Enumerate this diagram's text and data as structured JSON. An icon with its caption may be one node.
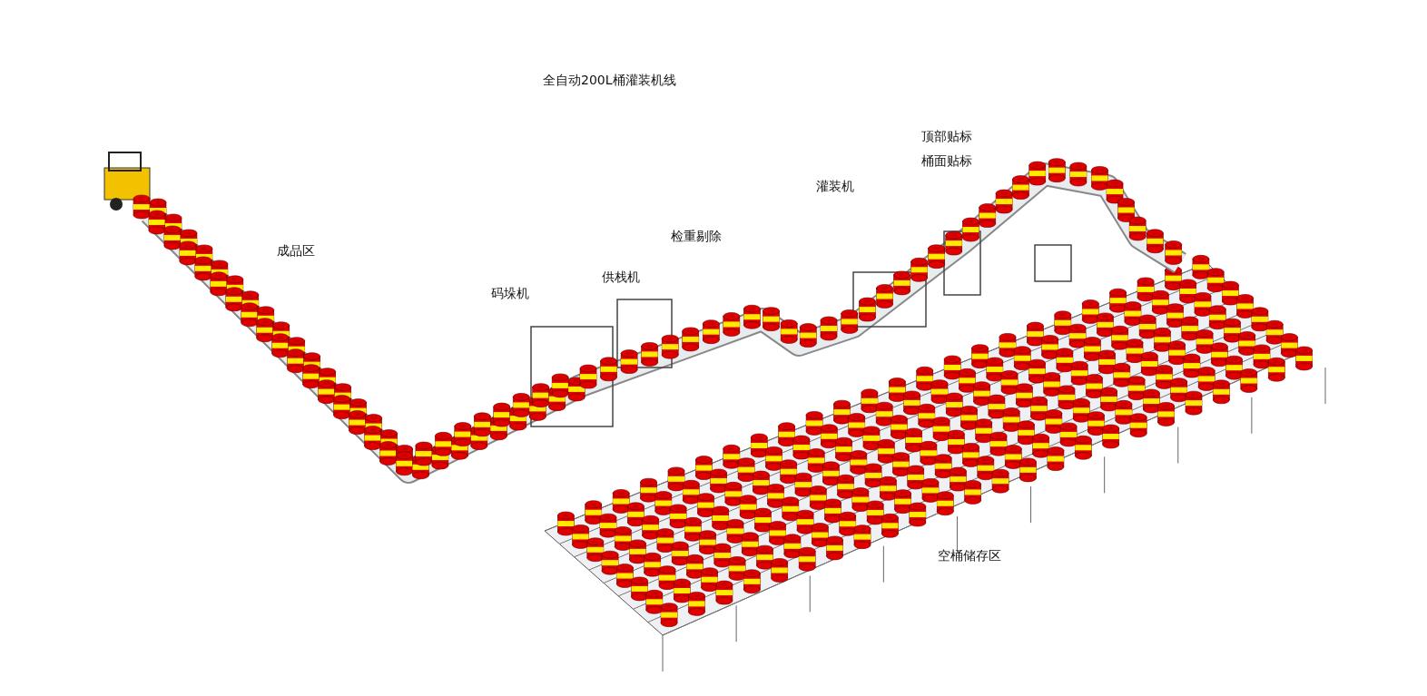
{
  "diagram": {
    "title": "全自动200L桶灌装机线",
    "labels": [
      "顶部贴标",
      "桶面贴标",
      "灌装机",
      "检重剔除",
      "成品区",
      "供栈机",
      "码垛机",
      "空桶储存区"
    ]
  }
}
